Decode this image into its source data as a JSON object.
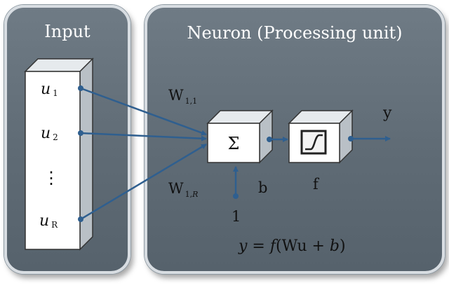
{
  "input_panel": {
    "title": "Input"
  },
  "neuron_panel": {
    "title": "Neuron (Processing unit)"
  },
  "inputs": {
    "u1": {
      "main": "u",
      "sub": "1"
    },
    "u2": {
      "main": "u",
      "sub": "2"
    },
    "dots": "⋮",
    "uR": {
      "main": "u",
      "sub": "R"
    }
  },
  "weights": {
    "w11": {
      "main": "W",
      "sub": "1,1"
    },
    "w1R": {
      "main": "W",
      "sub": "1,",
      "sub_italic": "R"
    }
  },
  "summation": {
    "symbol": "Σ"
  },
  "bias": {
    "label": "b",
    "input_value": "1"
  },
  "activation": {
    "label": "f"
  },
  "output": {
    "label": "y"
  },
  "formula": {
    "y": "y",
    "eq": " = ",
    "f": "f",
    "open": "(Wu + ",
    "b": "b",
    "close": ")"
  },
  "colors": {
    "panel": "#66727c",
    "panel_border": "#d8dde2",
    "arrow": "#2f5f8f",
    "box_face": "#ffffff",
    "box_side": "#b9c0c6",
    "box_top": "#e6eaed"
  }
}
